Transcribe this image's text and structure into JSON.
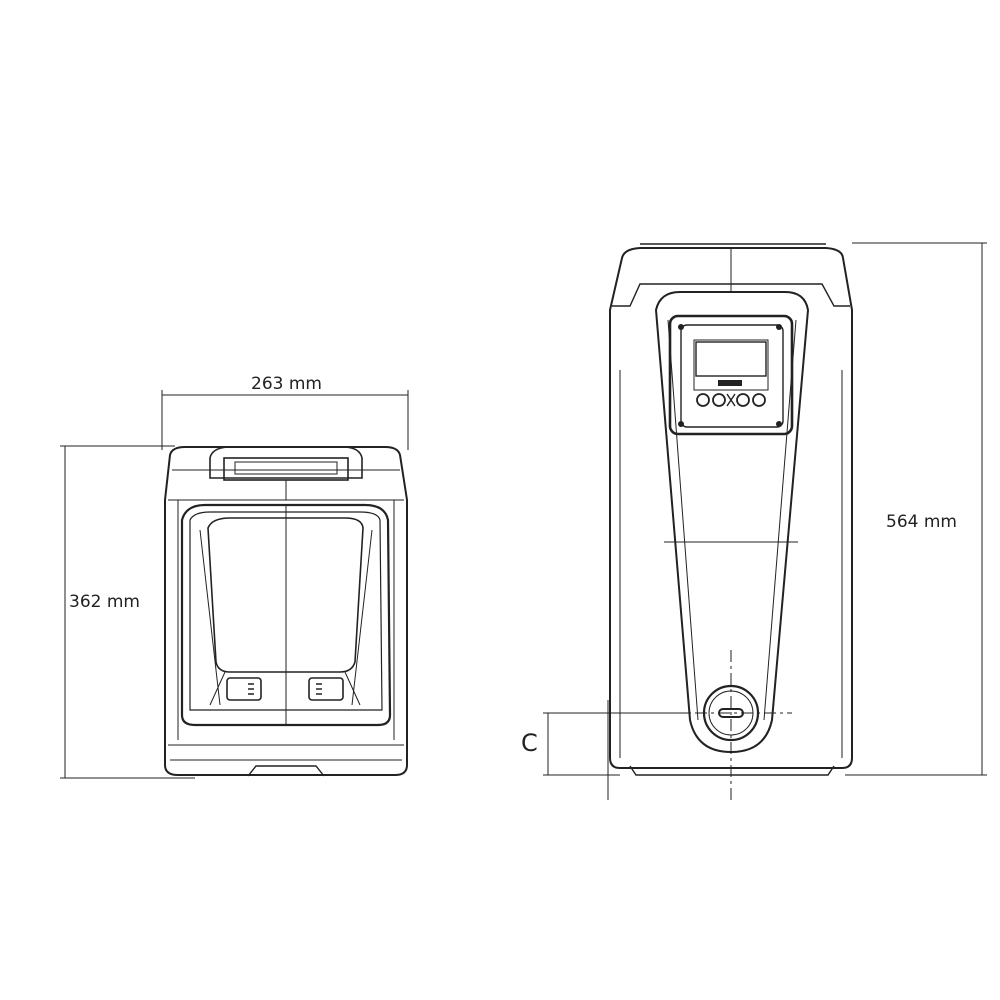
{
  "dimensions": {
    "width_label": "263 mm",
    "height_side_label": "362 mm",
    "height_front_label": "564 mm",
    "c_label": "C"
  },
  "colors": {
    "line": "#222222",
    "background": "#ffffff"
  }
}
